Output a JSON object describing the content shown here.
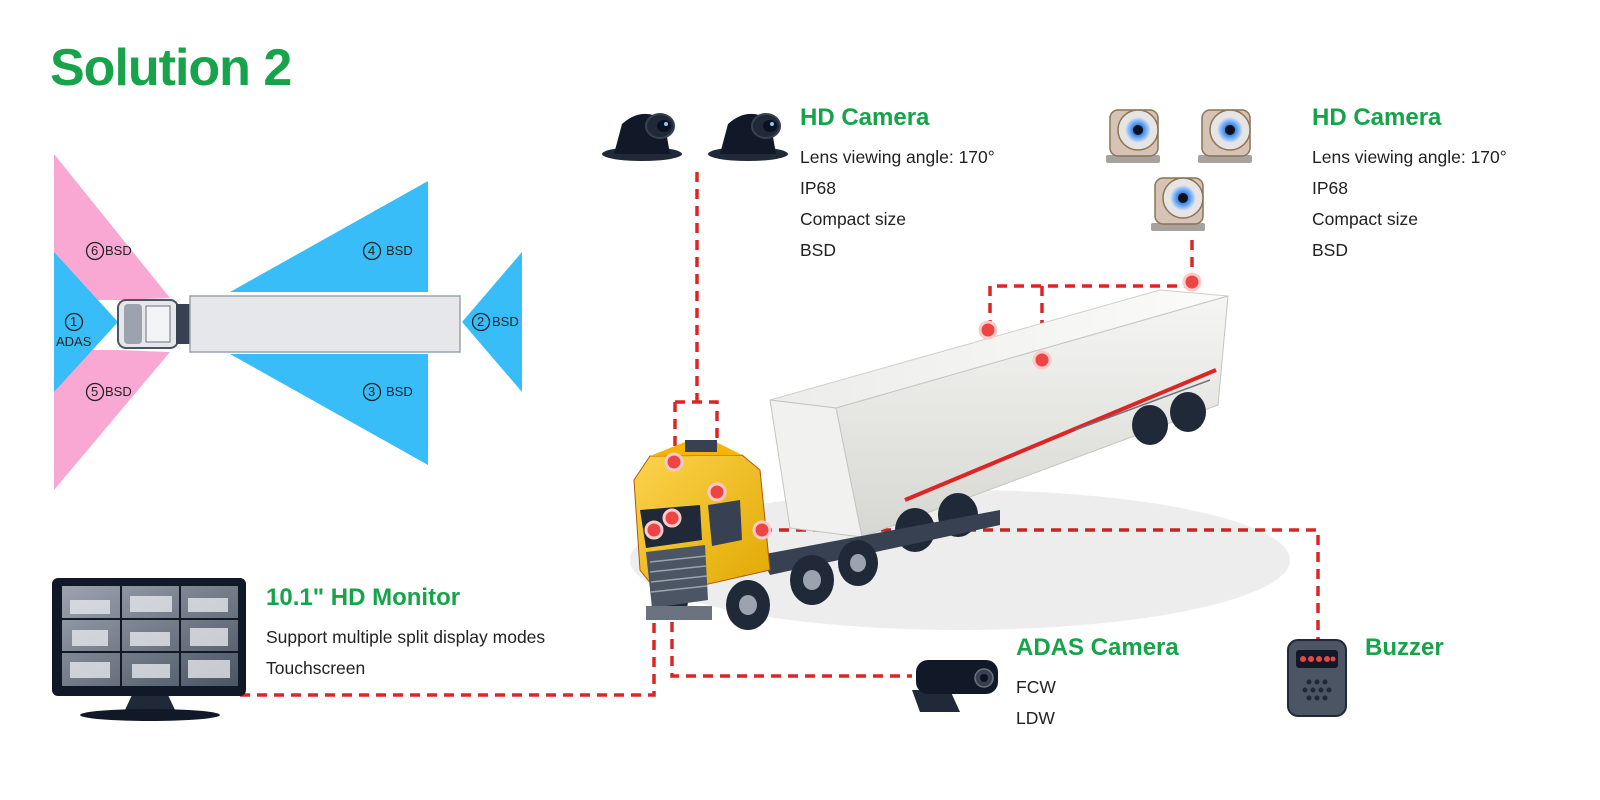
{
  "title": "Solution 2",
  "colors": {
    "green": "#16a34a",
    "red": "#dc2626",
    "blue_zone": "#38bdf8",
    "pink_zone": "#f9a8d4"
  },
  "zones": [
    {
      "num": "6",
      "label": "BSD"
    },
    {
      "num": "4",
      "label": "BSD"
    },
    {
      "num": "1",
      "label": "ADAS"
    },
    {
      "num": "2",
      "label": "BSD"
    },
    {
      "num": "5",
      "label": "BSD"
    },
    {
      "num": "3",
      "label": "BSD"
    }
  ],
  "hd_camera_1": {
    "heading": "HD Camera",
    "specs": [
      "Lens viewing angle: 170°",
      "IP68",
      "Compact size",
      "BSD"
    ]
  },
  "hd_camera_2": {
    "heading": "HD Camera",
    "specs": [
      "Lens viewing angle: 170°",
      "IP68",
      "Compact size",
      "BSD"
    ]
  },
  "monitor": {
    "heading": "10.1\" HD Monitor",
    "specs": [
      "Support multiple split display modes",
      "Touchscreen"
    ]
  },
  "adas_camera": {
    "heading": "ADAS Camera",
    "specs": [
      "FCW",
      "LDW"
    ]
  },
  "buzzer": {
    "heading": "Buzzer"
  }
}
